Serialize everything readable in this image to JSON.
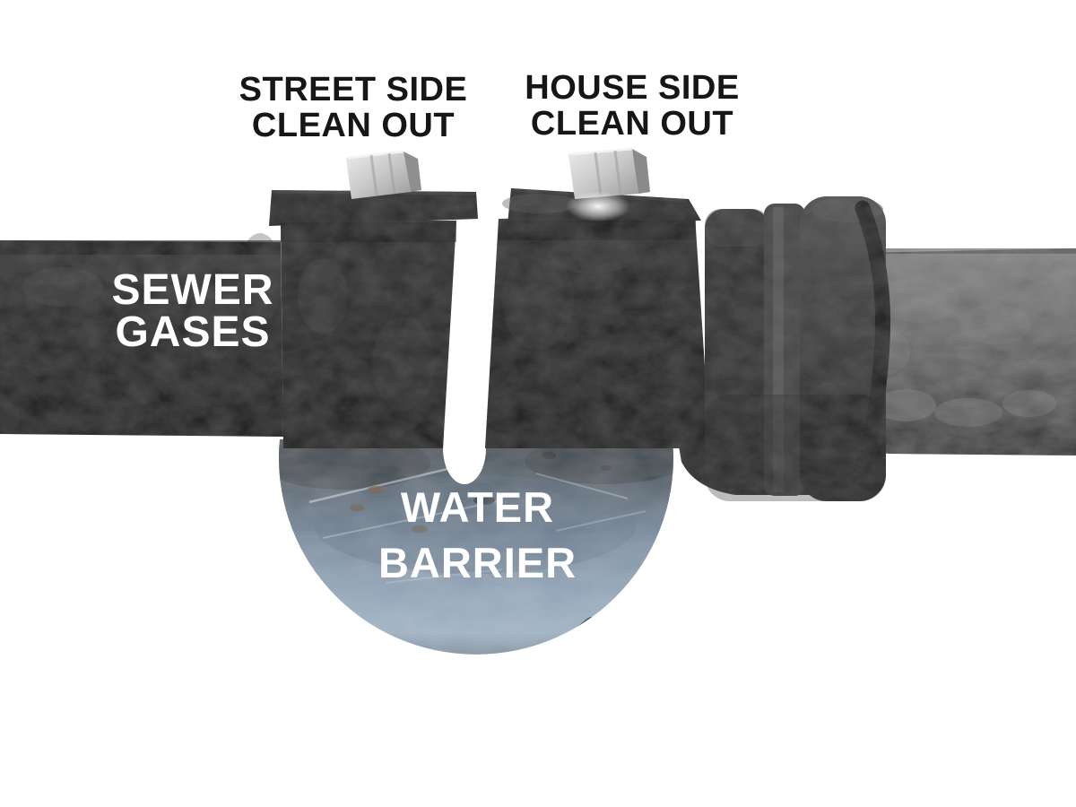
{
  "labels": {
    "street_cleanout": {
      "line1": "STREET SIDE",
      "line2": "CLEAN OUT"
    },
    "house_cleanout": {
      "line1": "HOUSE SIDE",
      "line2": "CLEAN OUT"
    },
    "sewer_gases": {
      "line1": "SEWER",
      "line2": "GASES"
    },
    "water_barrier": {
      "line1": "WATER",
      "line2": "BARRIER"
    }
  },
  "colors": {
    "background": "#ffffff",
    "label_dark_text": "#161616",
    "label_light_text": "#ffffff",
    "pipe_cast_iron_dark": "#1a1a1a",
    "pipe_gray": "#5a5a5a",
    "hub_coupling_gray": "#383838",
    "water_blue": "#8fa4b6",
    "water_dark_edge": "#39434b",
    "plug_nut_metal": "#cfcfcf"
  }
}
